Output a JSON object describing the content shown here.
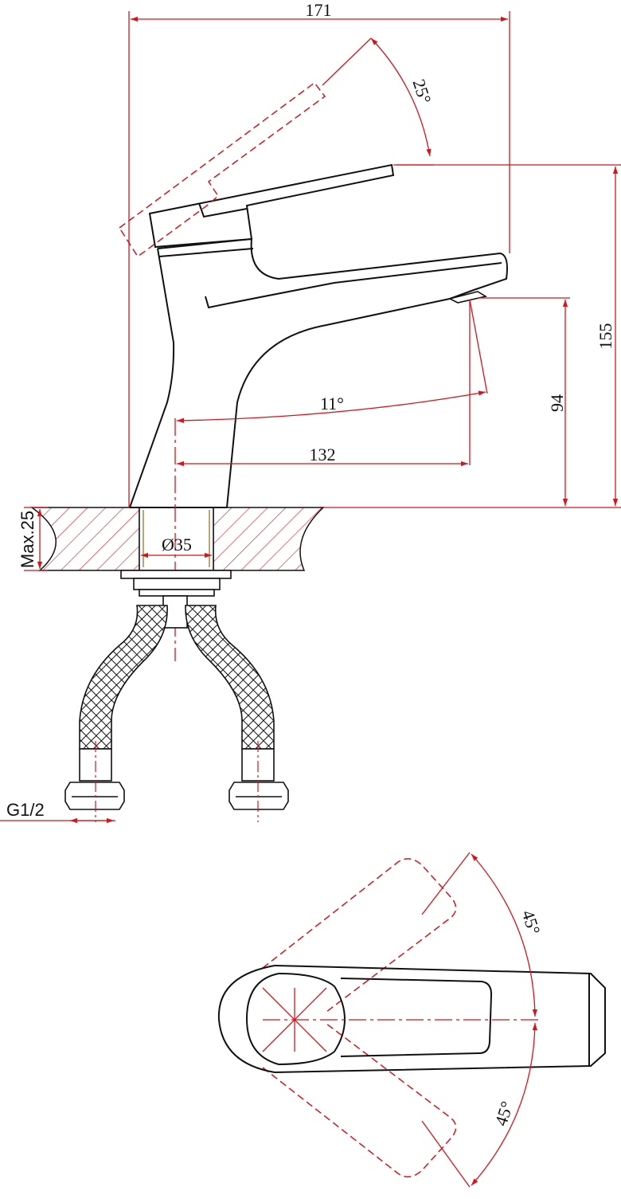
{
  "colors": {
    "ink": "#111111",
    "dimension": "#d8141b",
    "hatch": "#d8141b",
    "thread": "#8a6b1e"
  },
  "dimensions": {
    "overall_width": "171",
    "height_total": "155",
    "height_outlet": "94",
    "reach": "132",
    "spout_angle": "11°",
    "lever_tilt": "25°",
    "hole_diameter": "Ø35",
    "max_thickness": "Max.25",
    "connection_thread": "G1/2",
    "swivel_left": "45°",
    "swivel_right": "45°"
  }
}
